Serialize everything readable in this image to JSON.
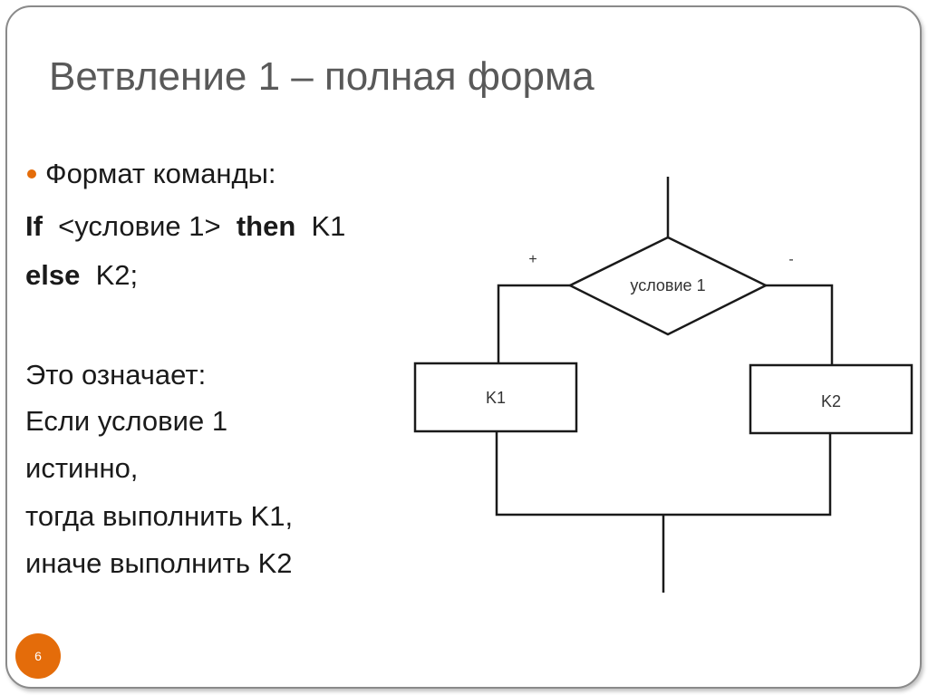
{
  "slide": {
    "title": "Ветвление 1 – полная форма",
    "page_number": "6",
    "accent_color": "#e46c0a"
  },
  "text": {
    "bullet": "Формат команды:",
    "line_if": {
      "kw1": "If",
      "cond": "<условие 1>",
      "kw2": "then",
      "action": "K1"
    },
    "line_else": {
      "kw": "else",
      "action": "K2;"
    },
    "meaning": [
      "Это означает:",
      "Если условие 1",
      "истинно,",
      "тогда выполнить K1,",
      "иначе выполнить K2"
    ]
  },
  "diagram": {
    "condition_label": "условие 1",
    "true_label": "+",
    "false_label": "-",
    "box_left_label": "K1",
    "box_right_label": "K2"
  }
}
